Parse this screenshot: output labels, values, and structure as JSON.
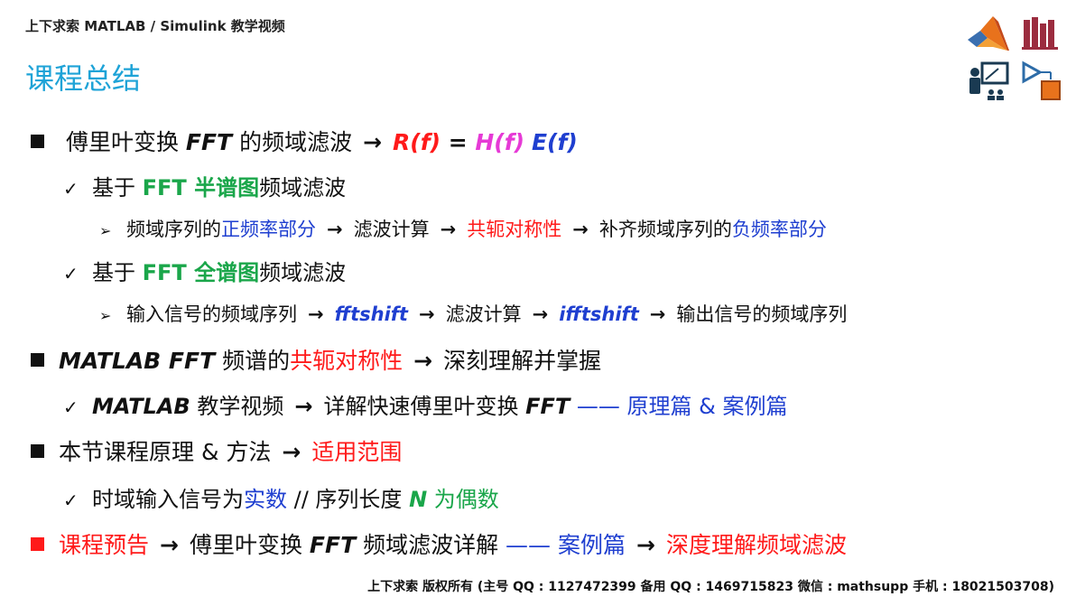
{
  "header": "上下求索 MATLAB / Simulink 教学视频",
  "title": "课程总结",
  "icons": [
    "matlab-logo-icon",
    "library-books-icon",
    "teacher-presentation-icon",
    "simulink-block-icon"
  ],
  "items": {
    "l1a": {
      "t1": "傅里叶变换 ",
      "t2": "FFT",
      "t3": " 的频域滤波",
      "arrow": "→",
      "r": "R(f)",
      "eq": " = ",
      "h": "H(f)",
      "sp": " ",
      "e": "E(f)"
    },
    "l2a": {
      "t1": "基于 ",
      "t2": "FFT 半谱图",
      "t3": "频域滤波"
    },
    "l3a": {
      "t1": "频域序列的",
      "t2": "正频率部分",
      "t3": "滤波计算",
      "t4": "共轭对称性",
      "t5": "补齐频域序列的",
      "t6": "负频率部分"
    },
    "l2b": {
      "t1": "基于 ",
      "t2": "FFT 全谱图",
      "t3": "频域滤波"
    },
    "l3b": {
      "t1": "输入信号的频域序列",
      "t2": "fftshift",
      "t3": "滤波计算",
      "t4": "ifftshift",
      "t5": "输出信号的频域序列"
    },
    "l1b": {
      "t1": "MATLAB FFT",
      "t2": " 频谱的",
      "t3": "共轭对称性",
      "t4": "深刻理解并掌握"
    },
    "l2c": {
      "t1": "MATLAB",
      "t2": " 教学视频",
      "t3": "详解快速傅里叶变换 ",
      "t4": "FFT",
      "t5": " —— 原理篇 & 案例篇"
    },
    "l1c": {
      "t1": "本节课程原理 & 方法",
      "t2": "适用范围"
    },
    "l2d": {
      "t1": "时域输入信号为",
      "t2": "实数",
      "t3": " // 序列长度 ",
      "t4": "N",
      "t5": " 为偶数"
    },
    "l1d": {
      "t1": "课程预告",
      "t2": "傅里叶变换 ",
      "t3": "FFT",
      "t4": " 频域滤波详解 ",
      "t5": "—— 案例篇",
      "t6": "深度理解频域滤波"
    }
  },
  "footer": "上下求索  版权所有  (主号 QQ : 1127472399   备用 QQ : 1469715823   微信 : mathsupp   手机 : 18021503708)"
}
